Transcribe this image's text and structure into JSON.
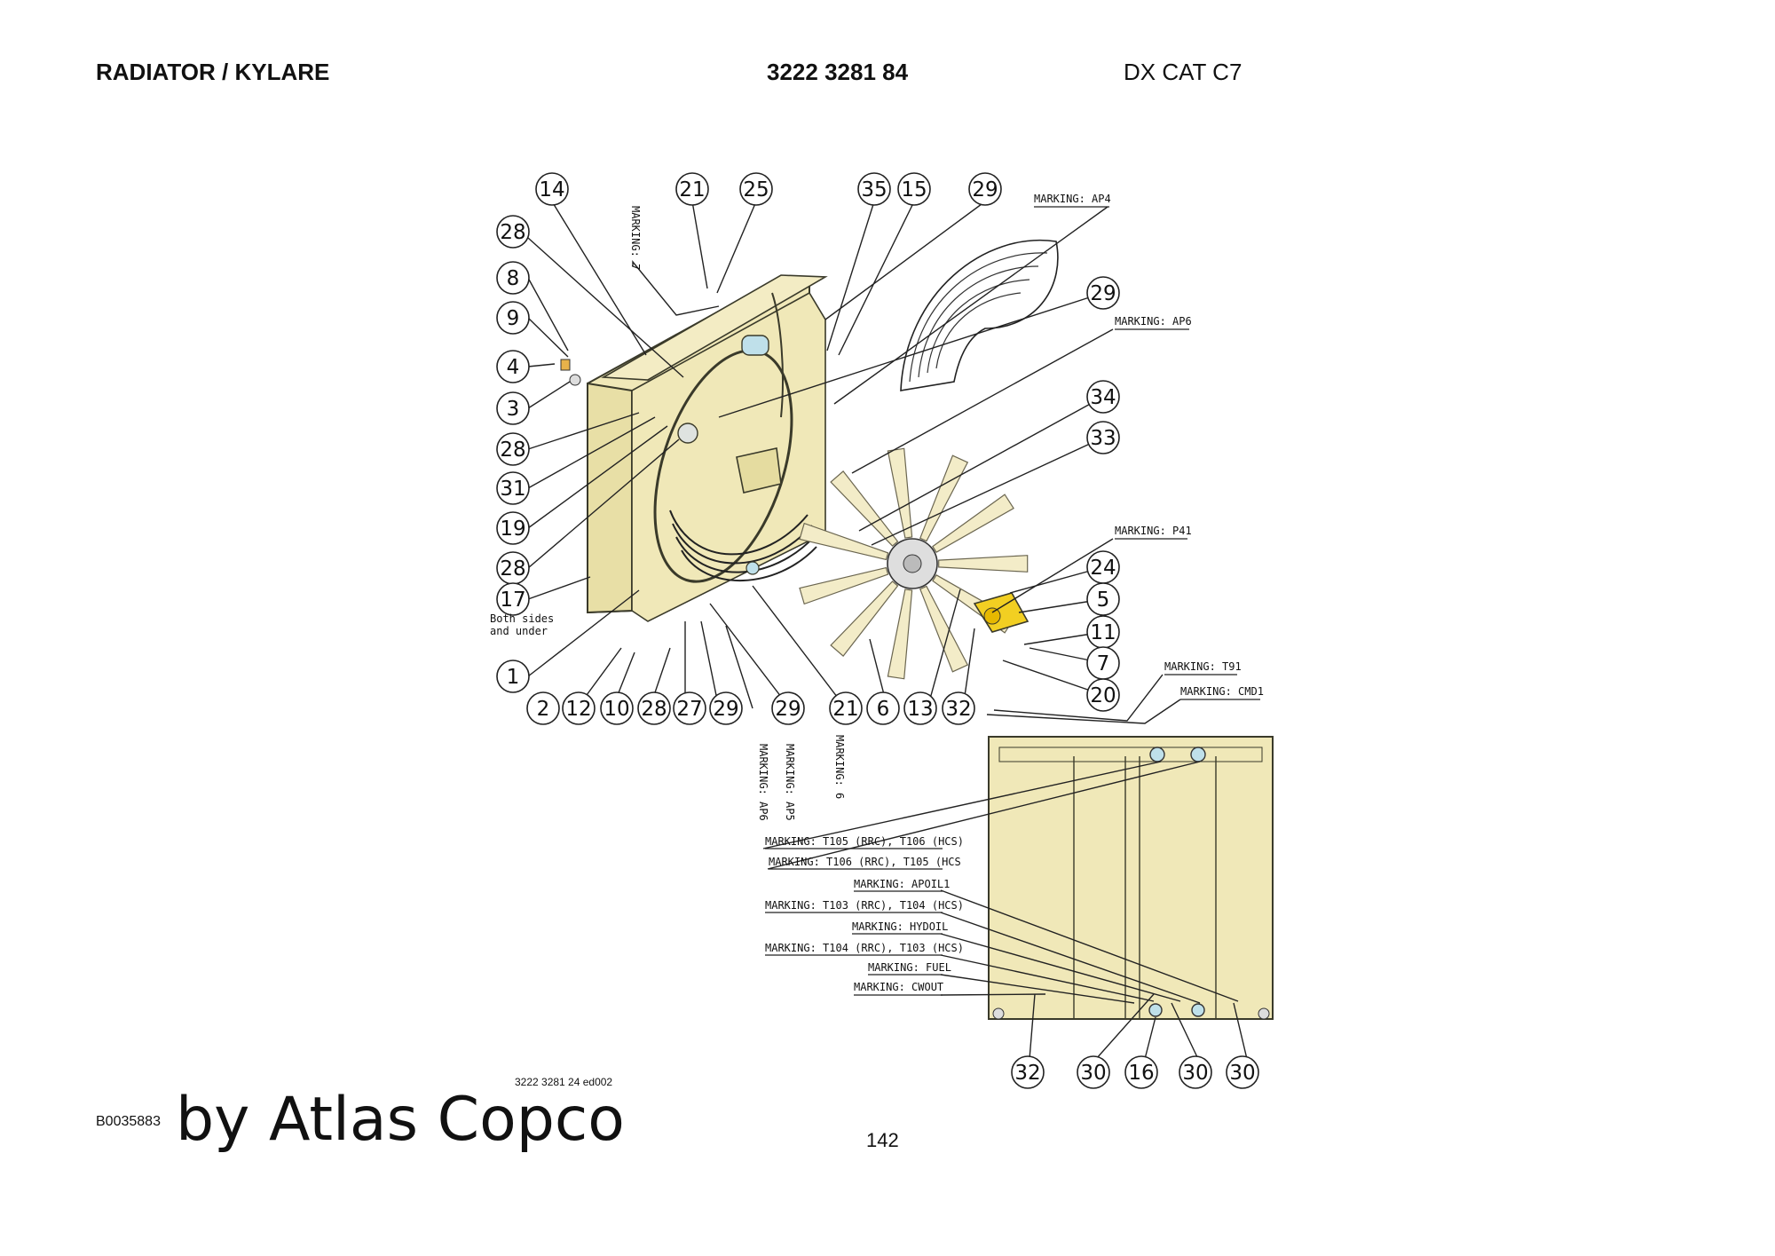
{
  "header": {
    "title": "RADIATOR / KYLARE",
    "part_number": "3222 3281 84",
    "model": "DX CAT C7"
  },
  "footer": {
    "code": "B0035883",
    "brand": "by Atlas Copco",
    "drawing_ref": "3222 3281 24 ed002",
    "page": "142"
  },
  "callouts": [
    "14",
    "21",
    "25",
    "35",
    "15",
    "29",
    "28",
    "8",
    "9",
    "4",
    "3",
    "28",
    "31",
    "19",
    "28",
    "17",
    "1",
    "29",
    "34",
    "33",
    "24",
    "5",
    "11",
    "7",
    "20",
    "2",
    "12",
    "10",
    "28",
    "27",
    "29",
    "29",
    "21",
    "6",
    "13",
    "32",
    "32",
    "30",
    "16",
    "30",
    "30"
  ],
  "markings": {
    "m7": "MARKING: 7",
    "ap4": "MARKING: AP4",
    "ap6a": "MARKING: AP6",
    "p41": "MARKING: P41",
    "t91": "MARKING: T91",
    "cmd1": "MARKING: CMD1",
    "ap6b": "MARKING: AP6",
    "ap5": "MARKING: AP5",
    "m6": "MARKING: 6",
    "t105": "MARKING: T105 (RRC), T106 (HCS)",
    "t106": "MARKING: T106 (RRC), T105 (HCS",
    "apoil": "MARKING: APOIL1",
    "t103": "MARKING: T103 (RRC), T104 (HCS)",
    "hydoil": "MARKING: HYDOIL",
    "t104": "MARKING: T104 (RRC), T103 (HCS)",
    "fuel": "MARKING: FUEL",
    "cwout": "MARKING: CWOUT"
  },
  "notes": {
    "both_sides_1": "Both sides",
    "both_sides_2": "and under"
  },
  "colors": {
    "radiator_fill": "#f0e8b8",
    "radiator_stroke": "#3a3a2a",
    "motor_yellow": "#f2cf22",
    "fan_blade": "#f3ecc8",
    "pipe_blue": "#bfe0ea"
  }
}
